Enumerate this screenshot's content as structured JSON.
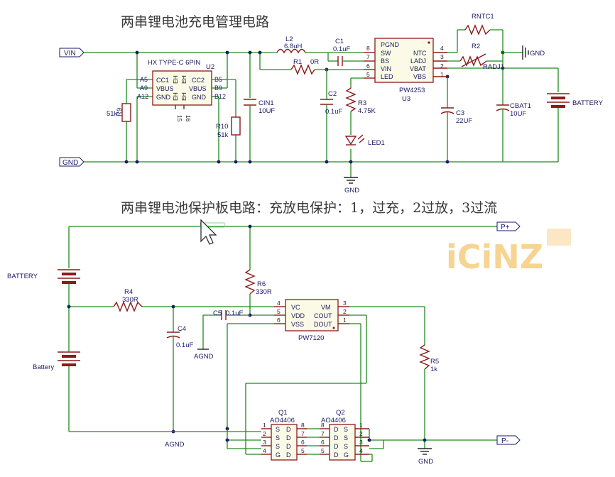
{
  "titles": {
    "charge": "两串锂电池充电管理电路",
    "protect": "两串锂电池保护板电路：充放电保护：1，过充，2过放，3过流"
  },
  "watermark": "iCiNZ",
  "ports": {
    "vin": "VIN",
    "gnd": "GND",
    "p_plus": "P+",
    "p_minus": "P-"
  },
  "charge_circuit": {
    "usb": {
      "type": "HX TYPE-C 6PIN",
      "ref": "U2",
      "left_pins": [
        "A5",
        "A9",
        "A12"
      ],
      "right_pins": [
        "B5",
        "B9",
        "B12"
      ],
      "inner_left": [
        "CC1",
        "VBUS",
        "GND"
      ],
      "inner_right": [
        "CC2",
        "VBUS",
        "GND"
      ],
      "eh": "EH",
      "shield": [
        "15",
        "16"
      ]
    },
    "R9": {
      "ref": "R9",
      "value": "51k"
    },
    "R10": {
      "ref": "R10",
      "value": "51k"
    },
    "CIN1": {
      "ref": "CIN1",
      "value": "10UF"
    },
    "L2": {
      "ref": "L2",
      "value": "6.8uH"
    },
    "R1": {
      "ref": "R1",
      "value": "0R"
    },
    "C1": {
      "ref": "C1",
      "value": "0.1uF"
    },
    "C2": {
      "ref": "C2",
      "value": "0.1uF"
    },
    "R3": {
      "ref": "R3",
      "value": "4.75K"
    },
    "LED1": {
      "ref": "LED1"
    },
    "gnd_label": "GND",
    "U3": {
      "part": "PW4253",
      "ref": "U3",
      "left_pins": [
        "PGND",
        "SW",
        "BS",
        "VIN",
        "LED"
      ],
      "left_nums": [
        "8",
        "7",
        "6",
        "5"
      ],
      "right_pins": [
        "NTC",
        "LADJ",
        "VBAT",
        "VBS"
      ],
      "right_nums": [
        "4",
        "3",
        "2",
        "1"
      ]
    },
    "C3": {
      "ref": "C3",
      "value": "22UF"
    },
    "RNTC1": {
      "ref": "RNTC1"
    },
    "R2": {
      "ref": "R2",
      "value": "RADJ1"
    },
    "CBAT1": {
      "ref": "CBAT1",
      "value": "10UF"
    },
    "battery": "BATTERY",
    "gnd_right": "GND"
  },
  "protect_circuit": {
    "battery_top": "BATTERY",
    "battery_bottom": "Battery",
    "R4": {
      "ref": "R4",
      "value": "330R"
    },
    "R6": {
      "ref": "R6",
      "value": "330R"
    },
    "C4": {
      "ref": "C4",
      "value": "0.1uF"
    },
    "C5": {
      "ref": "C5",
      "value": "0.1uF"
    },
    "agnd": "AGND",
    "U": {
      "part": "PW7120",
      "left_pins": [
        "VC",
        "VDD",
        "VSS"
      ],
      "left_nums": [
        "4",
        "5",
        "6"
      ],
      "right_pins": [
        "VM",
        "COUT",
        "DOUT"
      ],
      "right_nums": [
        "3",
        "2",
        "1"
      ]
    },
    "R5": {
      "ref": "R5",
      "value": "1k"
    },
    "Q1": {
      "ref": "Q1",
      "part": "AO4406",
      "left": [
        "S",
        "S",
        "S",
        "G"
      ],
      "right": [
        "D",
        "D",
        "D",
        "D"
      ],
      "lnums": [
        "1",
        "2",
        "3",
        "4"
      ],
      "rnums": [
        "8",
        "7",
        "6",
        "5"
      ]
    },
    "Q2": {
      "ref": "Q2",
      "part": "AO4406",
      "left": [
        "D",
        "D",
        "D",
        "D"
      ],
      "right": [
        "S",
        "S",
        "S",
        "G"
      ],
      "lnums": [
        "8",
        "7",
        "6",
        "5"
      ],
      "rnums": [
        "1",
        "2",
        "3",
        "4"
      ]
    },
    "gnd_label": "GND"
  }
}
